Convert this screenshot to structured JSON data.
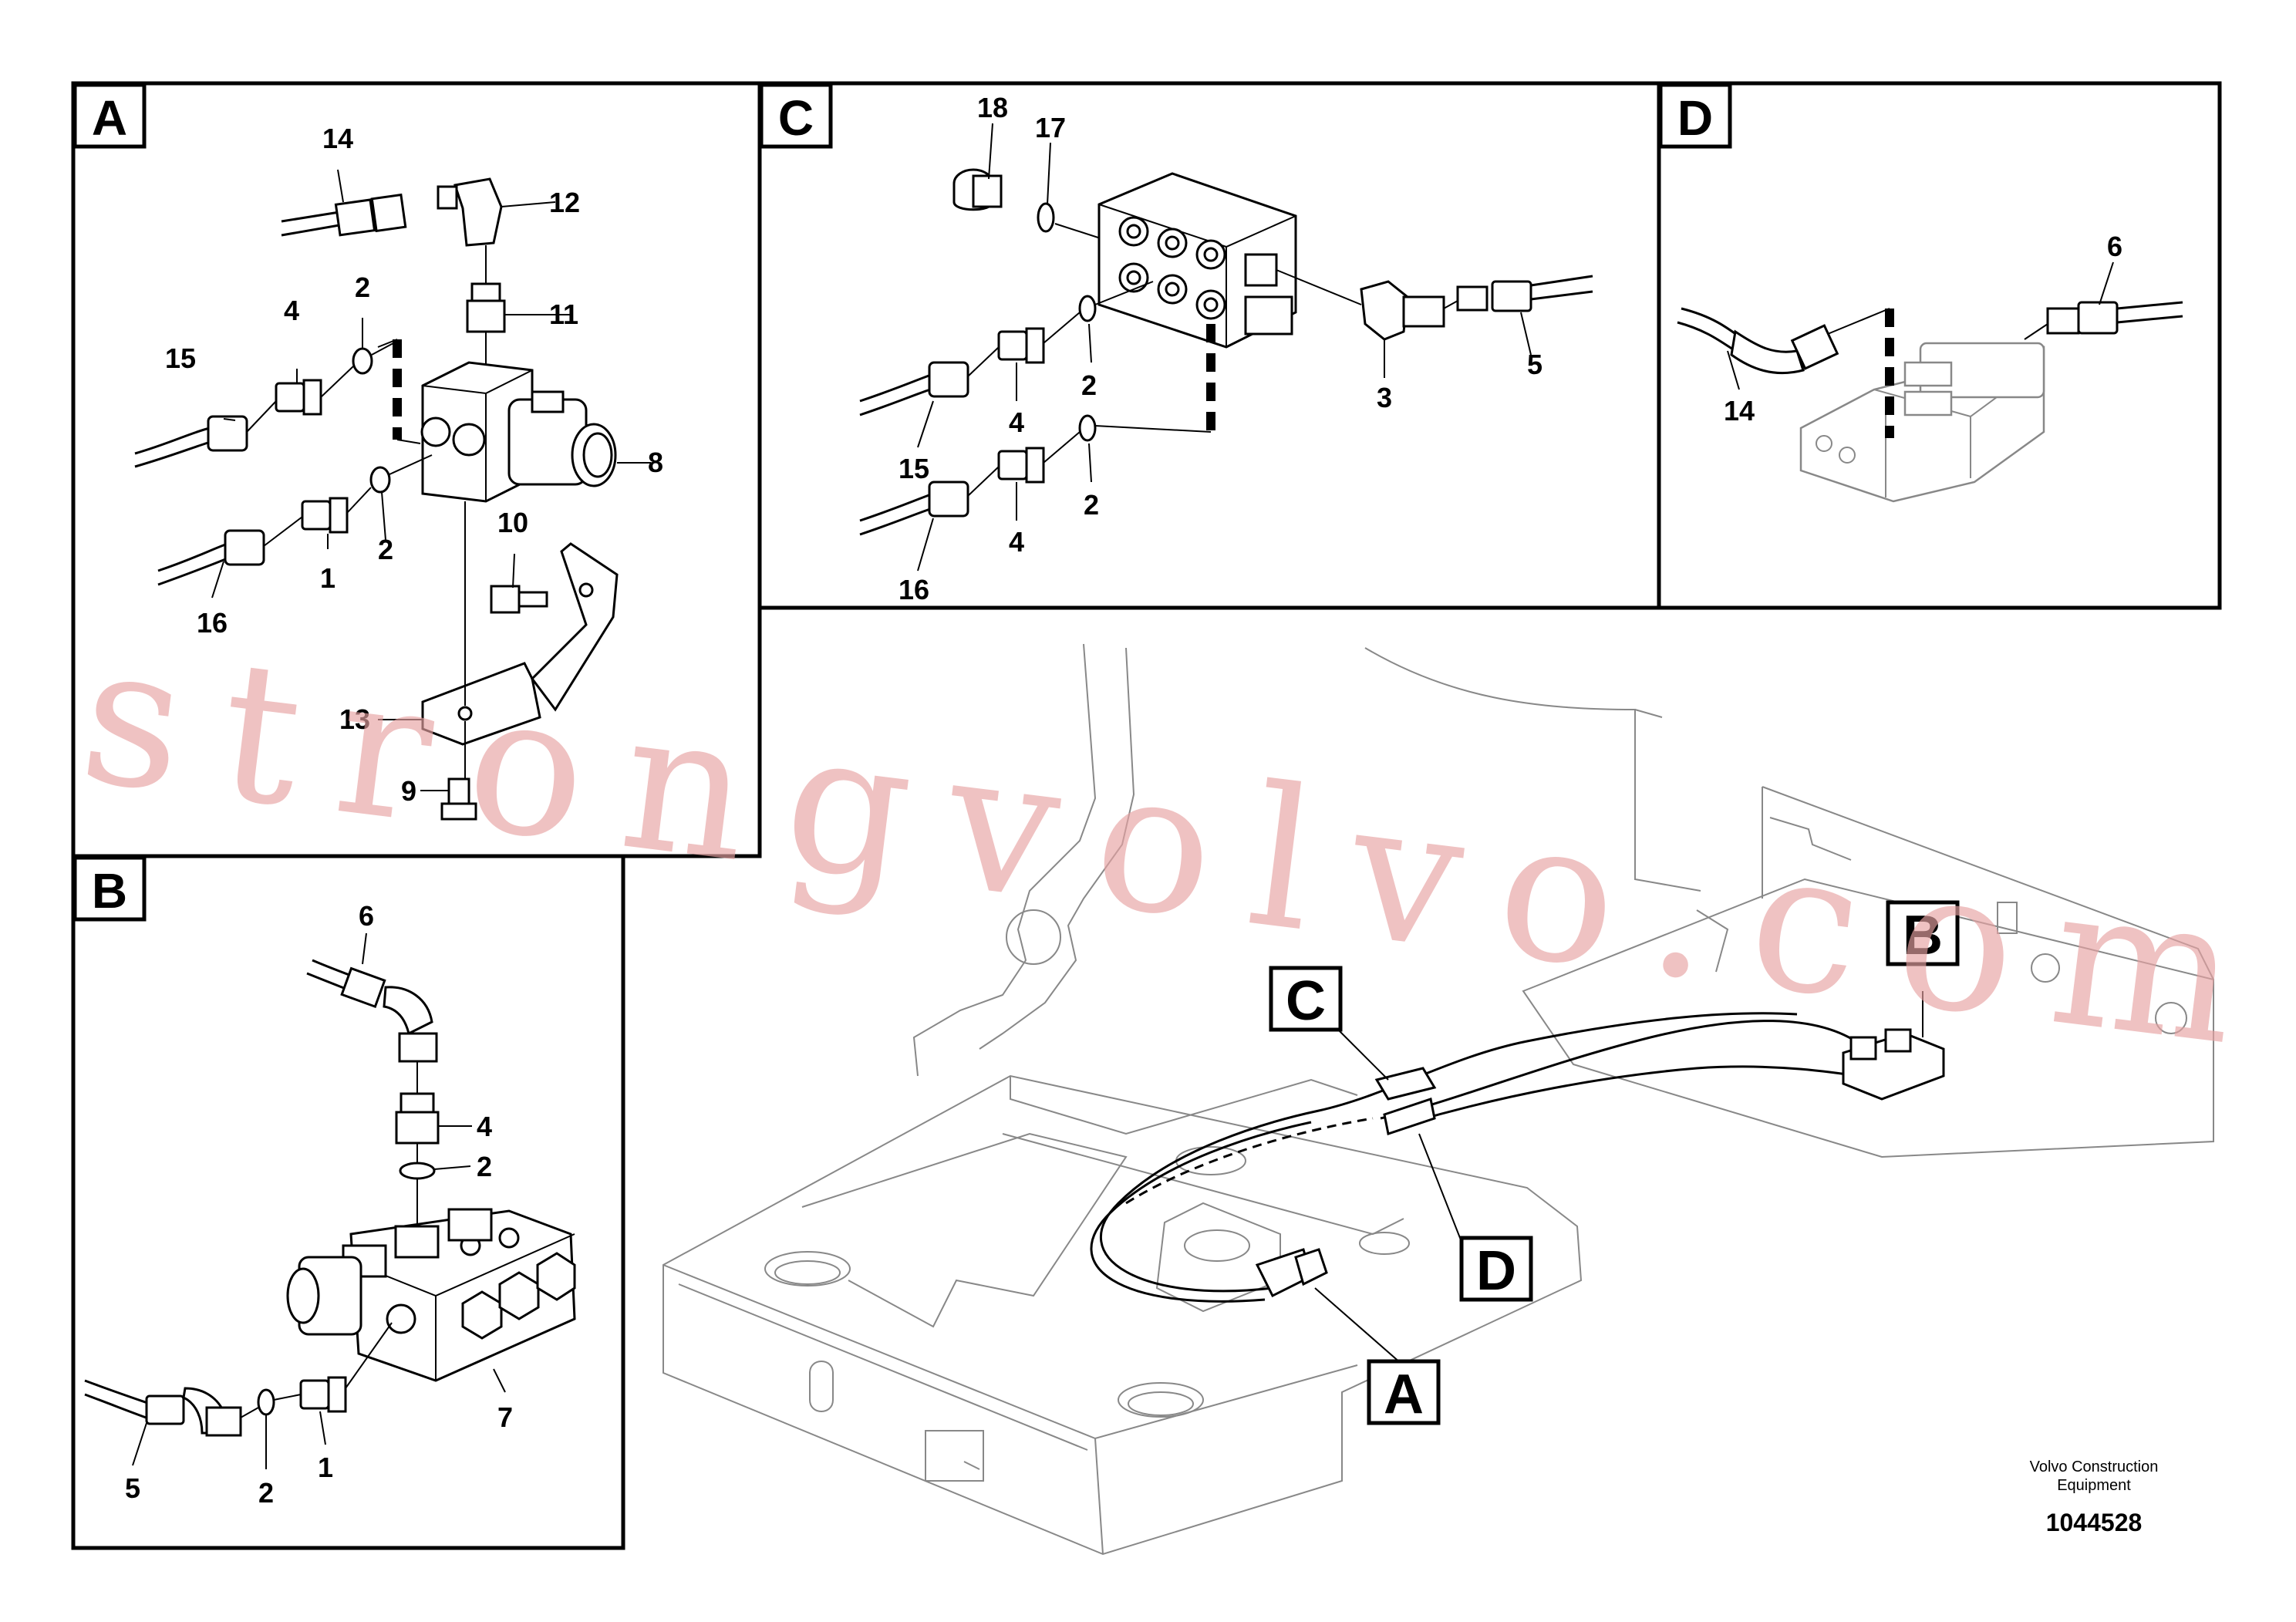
{
  "panels": {
    "A": {
      "letter": "A",
      "labels": {
        "p14": "14",
        "p12": "12",
        "p2a": "2",
        "p4": "4",
        "p11": "11",
        "p15": "15",
        "p8": "8",
        "p2b": "2",
        "p1": "1",
        "p10": "10",
        "p16": "16",
        "p13": "13",
        "p9": "9"
      }
    },
    "B": {
      "letter": "B",
      "labels": {
        "p6": "6",
        "p4": "4",
        "p2a": "2",
        "p7": "7",
        "p5": "5",
        "p2b": "2",
        "p1": "1"
      }
    },
    "C": {
      "letter": "C",
      "labels": {
        "p18": "18",
        "p17": "17",
        "p2a": "2",
        "p15": "15",
        "p4a": "4",
        "p2b": "2",
        "p16": "16",
        "p4b": "4",
        "p3": "3",
        "p5": "5"
      }
    },
    "D": {
      "letter": "D",
      "labels": {
        "p6": "6",
        "p14": "14"
      }
    }
  },
  "overview_callouts": {
    "A": "A",
    "B": "B",
    "C": "C",
    "D": "D"
  },
  "footer": {
    "company_line1": "Volvo Construction",
    "company_line2": "Equipment",
    "drawing_number": "1044528"
  },
  "watermark": "strongvolvo.com",
  "colors": {
    "watermark": "#e8a3a3",
    "line": "#000000",
    "gray_line": "#888888"
  }
}
